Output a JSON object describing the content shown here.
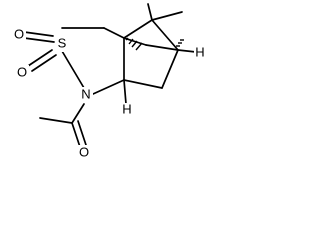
{
  "molecule": {
    "atoms": {
      "sulfur": "S",
      "oxygen_top": "O",
      "oxygen_bottom": "O",
      "nitrogen": "N",
      "oxygen_carbonyl": "O",
      "hydrogen_right": "H",
      "hydrogen_lower": "H"
    }
  }
}
